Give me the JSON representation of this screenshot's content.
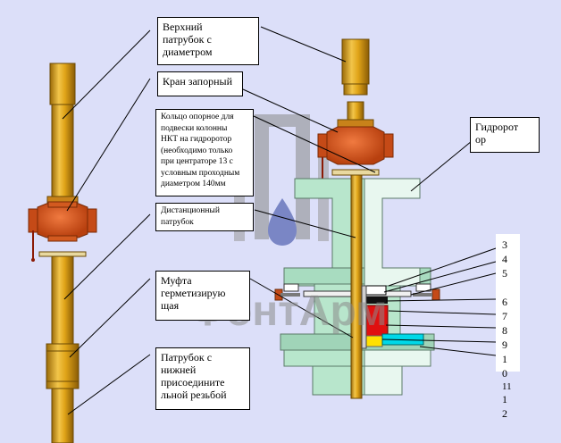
{
  "labels": {
    "upper_pipe": "Верхний\nпатрубок с\nдиаметром",
    "valve": "Кран запорный",
    "ring": "Кольцо опорное для\nподвески колонны\nНКТ на гидроротор\n(необходимо  только\nпри центраторе  13 с\nусловным проходным\nдиаметром  140мм",
    "spacer": "Дистанционный\nпатрубок",
    "coupling": "Муфта\nгерметизирую\nщая",
    "lower_pipe": "Патрубок с\nнижней\nприсоедините\nльной резьбой",
    "hydrorotor": "Гидророт\nор"
  },
  "numbers": [
    "3",
    "4",
    "5",
    "6",
    "7",
    "8",
    "9",
    "1",
    "0",
    "11",
    "1",
    "2"
  ],
  "watermark": "ФонтАрм",
  "colors": {
    "background": "#dcdff9",
    "pipe": "#e6a817",
    "valve": "#d2521f",
    "flange": "#b8e6cc",
    "seal_red": "#e01010",
    "seal_yellow": "#ffe000",
    "seal_cyan": "#00d8e8"
  }
}
